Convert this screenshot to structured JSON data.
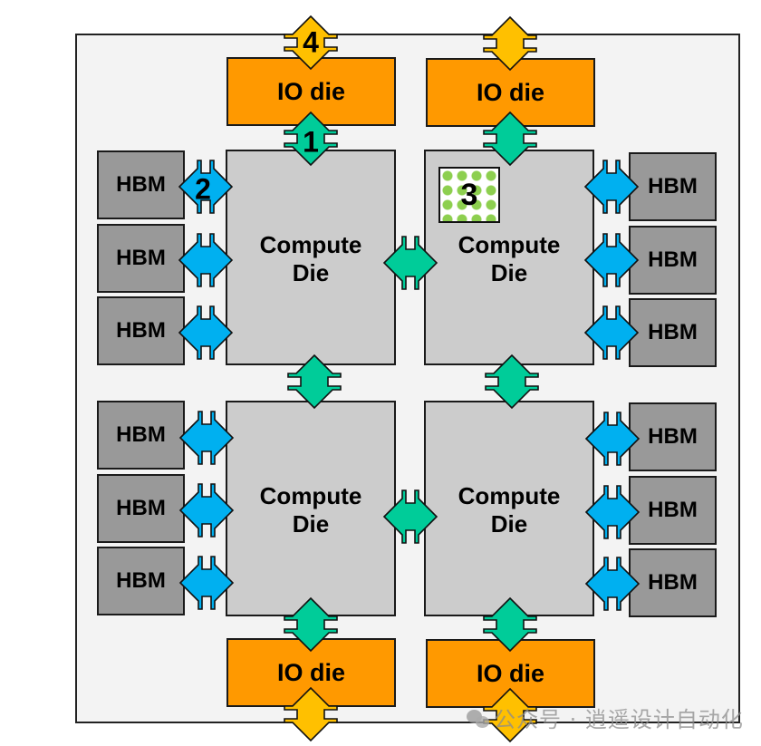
{
  "diagram": {
    "title": "Multi-die package: compute dies, IO dies and HBM stacks",
    "colors": {
      "package_bg": "#f3f3f3",
      "io_die": "#ff9900",
      "compute_die": "#cccccc",
      "hbm": "#999999",
      "link_die_to_die": "#00cc99",
      "link_hbm": "#00b0f0",
      "link_external": "#ffc000",
      "pattern": "#8dcf4f"
    },
    "io_dies": [
      {
        "id": "io-top-left",
        "label": "IO die"
      },
      {
        "id": "io-top-right",
        "label": "IO die"
      },
      {
        "id": "io-bottom-left",
        "label": "IO die"
      },
      {
        "id": "io-bottom-right",
        "label": "IO die"
      }
    ],
    "compute_dies": [
      {
        "id": "compute-top-left",
        "line1": "Compute",
        "line2": "Die"
      },
      {
        "id": "compute-top-right",
        "line1": "Compute",
        "line2": "Die"
      },
      {
        "id": "compute-bottom-left",
        "line1": "Compute",
        "line2": "Die"
      },
      {
        "id": "compute-bottom-right",
        "line1": "Compute",
        "line2": "Die"
      }
    ],
    "hbm_stacks": {
      "left_top": [
        "HBM",
        "HBM",
        "HBM"
      ],
      "left_bottom": [
        "HBM",
        "HBM",
        "HBM"
      ],
      "right_top": [
        "HBM",
        "HBM",
        "HBM"
      ],
      "right_bottom": [
        "HBM",
        "HBM",
        "HBM"
      ]
    },
    "callouts": {
      "one": "1",
      "two": "2",
      "three": "3",
      "four": "4"
    },
    "watermark": "公众号 · 逍遥设计自动化"
  }
}
